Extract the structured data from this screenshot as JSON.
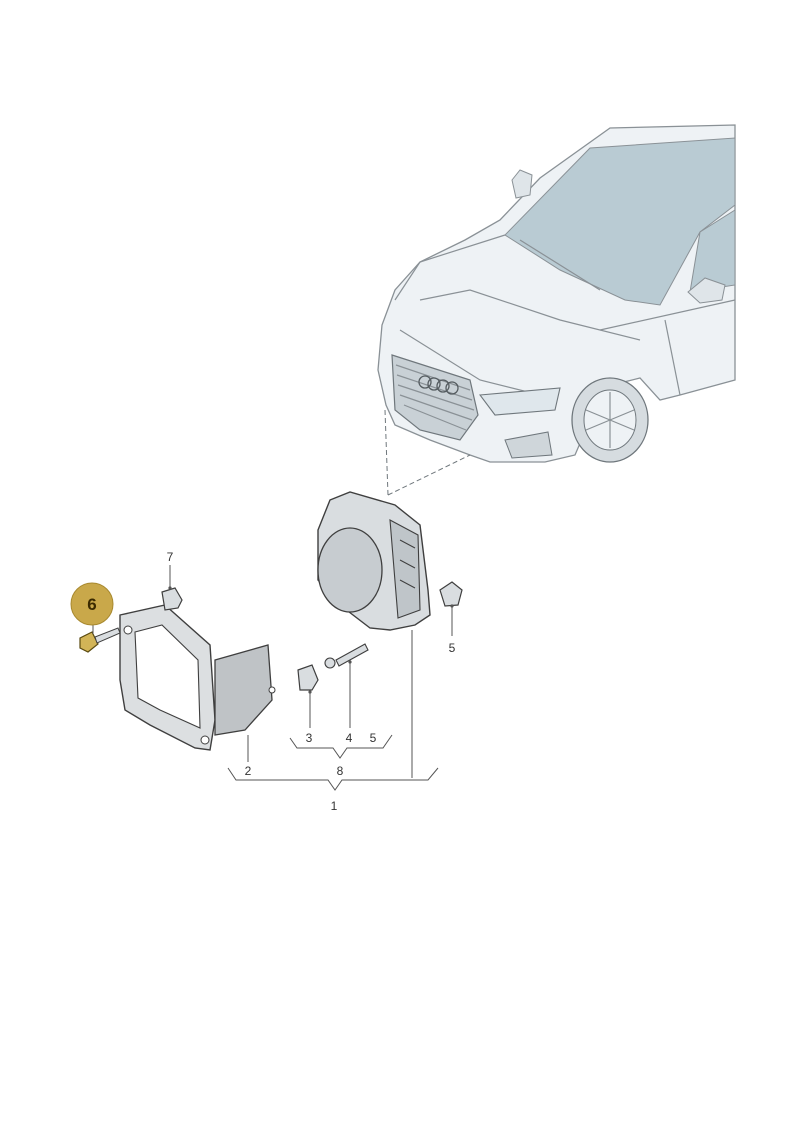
{
  "colors": {
    "highlight_badge": "#c9a84a",
    "highlight_part": "#d2b457",
    "car_body": "#eef2f5",
    "glass": "#b9cbd3",
    "part_fill": "#d9dde0",
    "line": "#555555"
  },
  "labels": {
    "p1": "1",
    "p2": "2",
    "p3": "3",
    "p4": "4",
    "p5a": "5",
    "p5b": "5",
    "p6": "6",
    "p7": "7",
    "p8": "8"
  },
  "highlighted_part": "6"
}
